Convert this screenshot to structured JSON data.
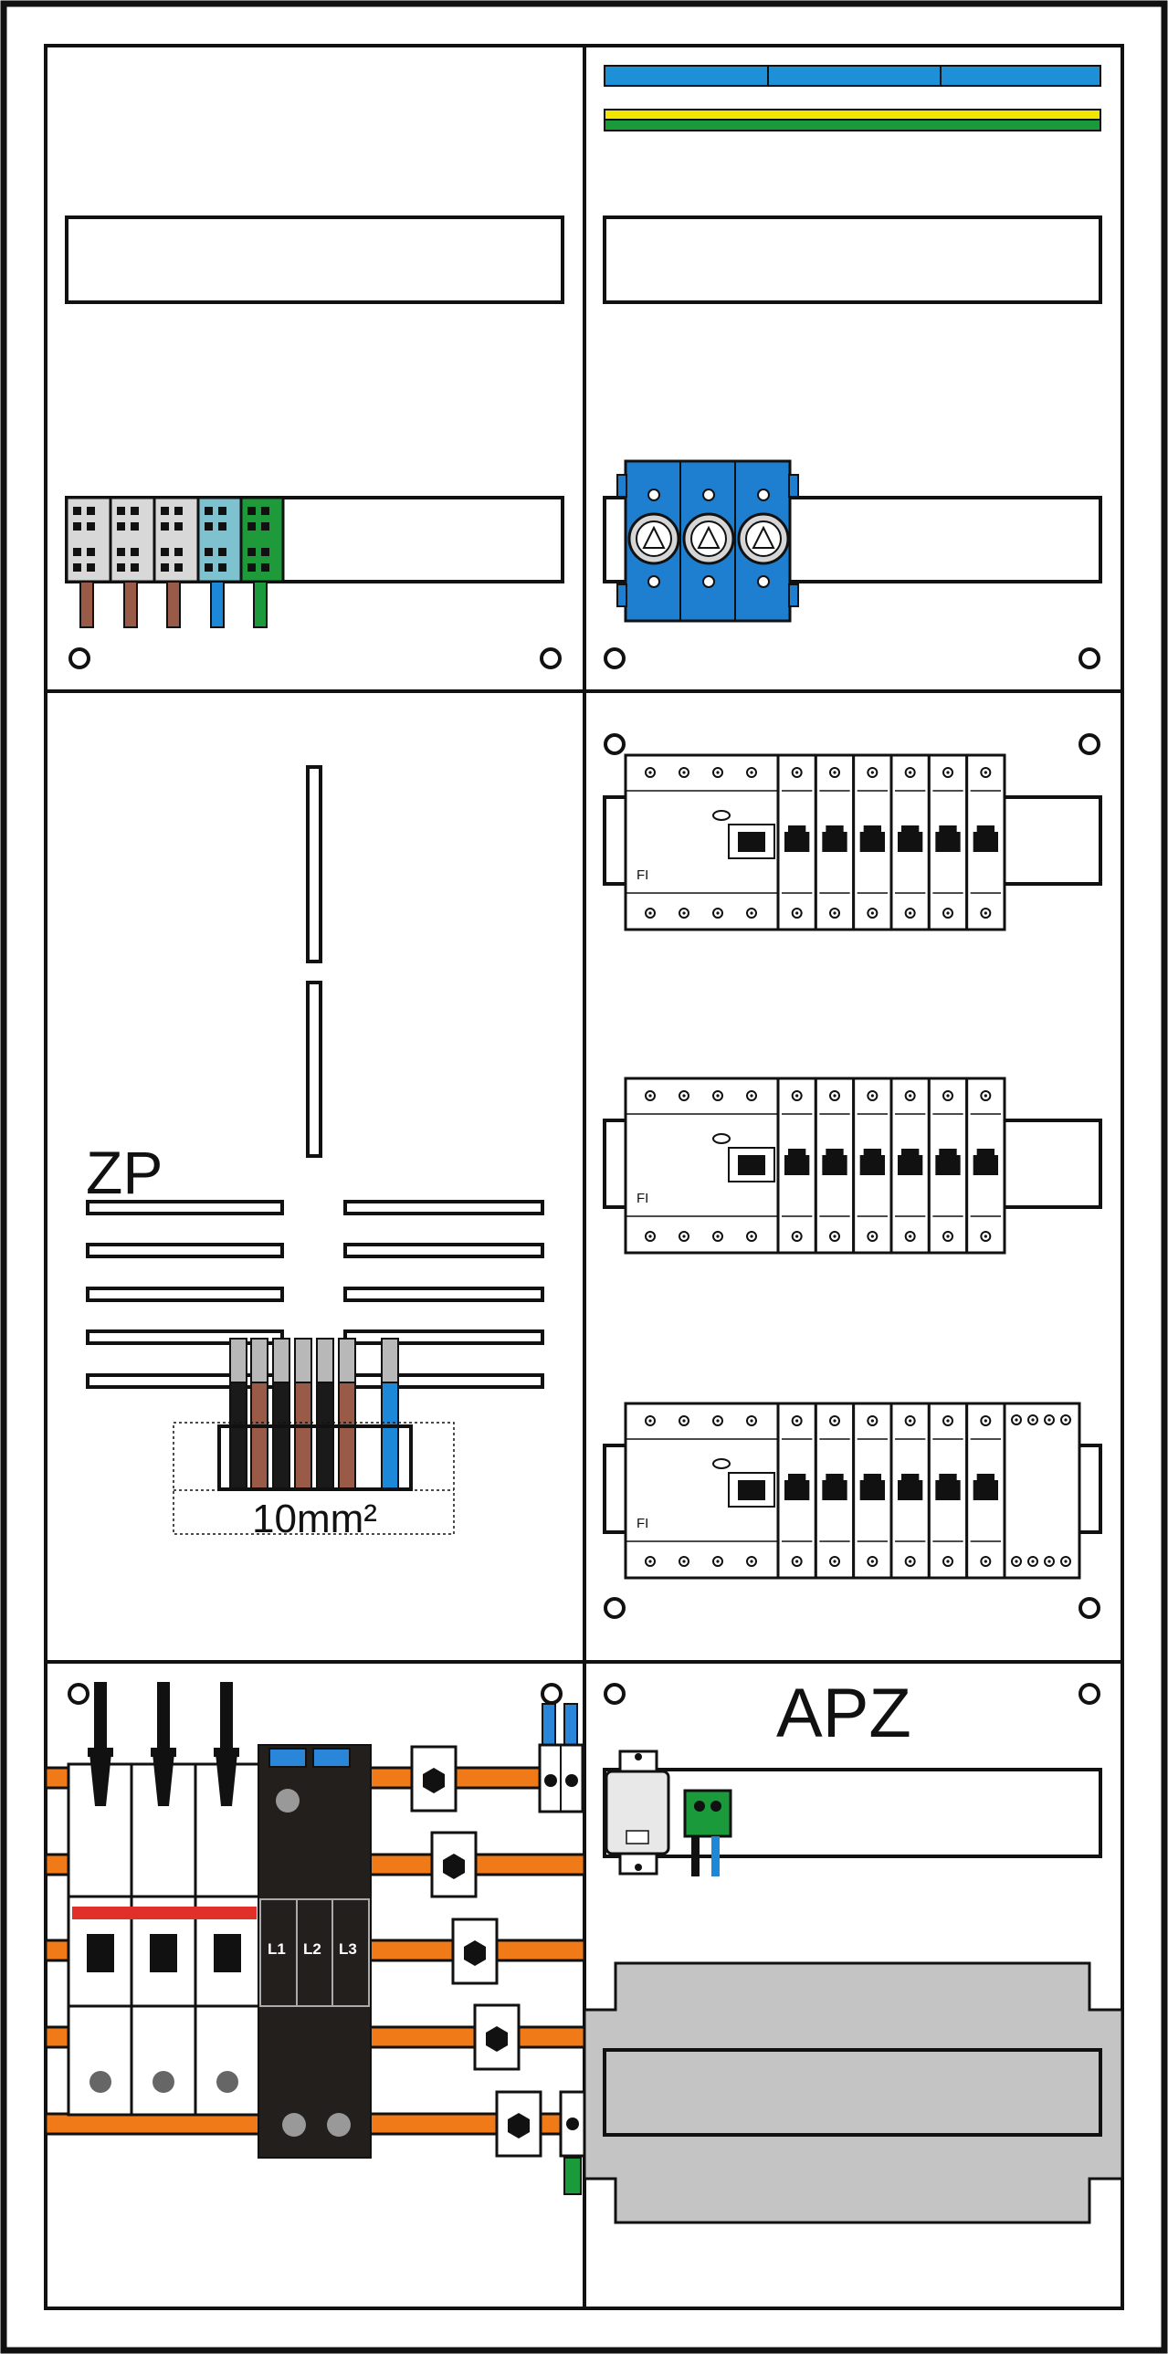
{
  "labels": {
    "zp": "ZP",
    "apz": "APZ",
    "cable_size": "10mm²",
    "fi": "FI",
    "l1": "L1",
    "l2": "L2",
    "l3": "L3"
  },
  "colors": {
    "frame": "#111111",
    "neutral_bar_blue": "#1e90d8",
    "earth_yellow": "#f2e600",
    "earth_green": "#1a9a3a",
    "phase_brown": "#9a5a48",
    "busbar_orange": "#f07a18",
    "spd_body": "#231f1c",
    "warning_red": "#e0302a",
    "terminal_blue": "#2a86d8",
    "apz_housing_gray": "#c4c4c4"
  },
  "icons": {
    "fastener": "screw-hole-icon",
    "terminal_clamp": "cable-clamp-icon",
    "meter_symbol": "triangle-in-circle-icon"
  },
  "rcd_groups": [
    {
      "fi_label": "FI",
      "mcb_count": 6,
      "extra_module": false
    },
    {
      "fi_label": "FI",
      "mcb_count": 6,
      "extra_module": false
    },
    {
      "fi_label": "FI",
      "mcb_count": 6,
      "extra_module": true
    }
  ]
}
